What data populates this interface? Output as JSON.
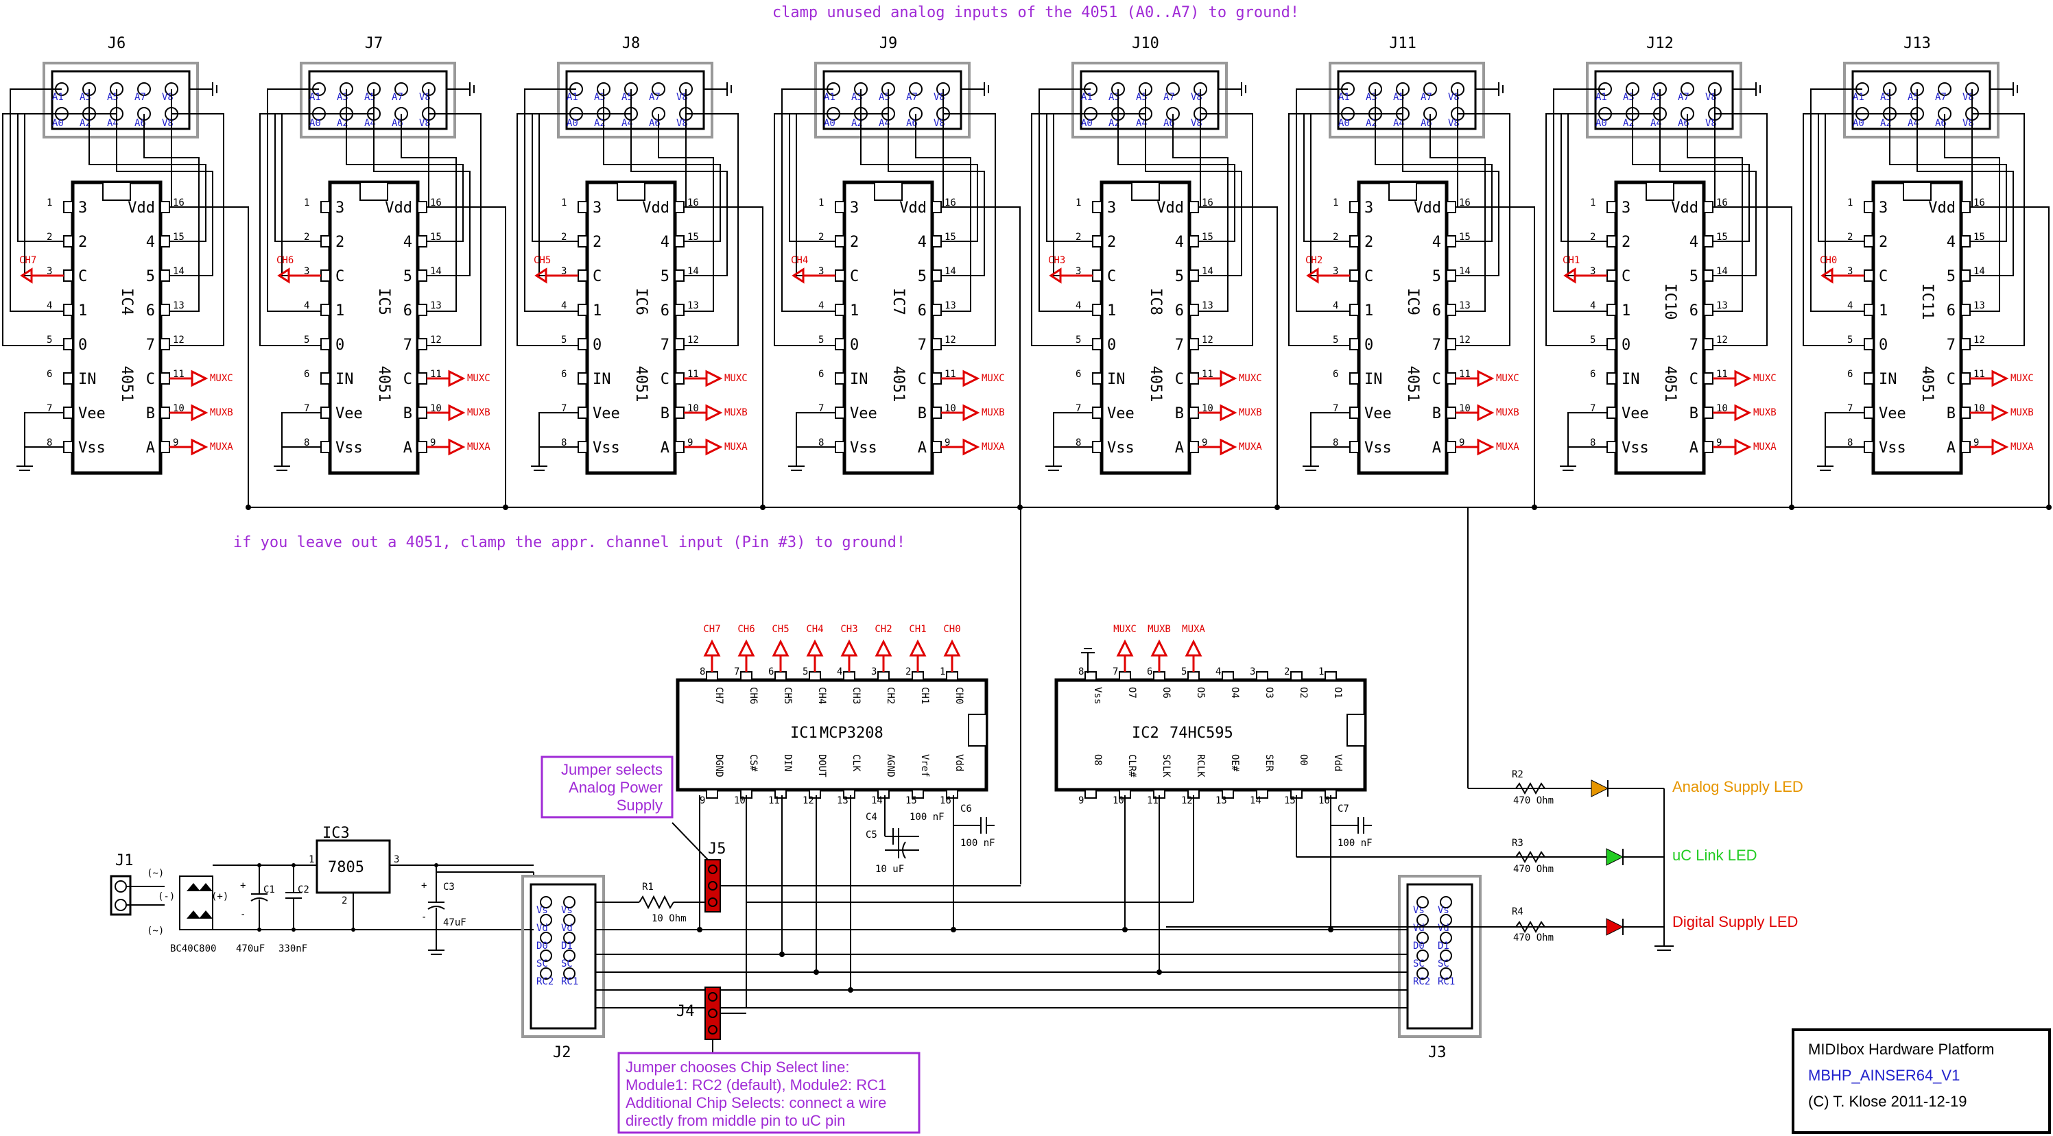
{
  "notes": {
    "top": "clamp unused analog inputs of the 4051 (A0..A7) to ground!",
    "middle": "if you leave out a 4051, clamp the appr. channel input (Pin #3) to ground!",
    "jumper_j5": [
      "Jumper selects",
      "Analog Power",
      "Supply"
    ],
    "jumper_j4": [
      "Jumper chooses Chip Select line:",
      "Module1: RC2 (default), Module2: RC1",
      "Additional Chip Selects: connect a wire",
      "directly from middle pin to uC pin"
    ]
  },
  "mux": {
    "left_pin_nums": [
      "1",
      "2",
      "3",
      "4",
      "5",
      "6",
      "7",
      "8"
    ],
    "left_pin_names": [
      "3",
      "2",
      "C",
      "1",
      "0",
      "IN",
      "Vee",
      "Vss"
    ],
    "right_pin_nums": [
      "16",
      "15",
      "14",
      "13",
      "12",
      "11",
      "10",
      "9"
    ],
    "right_pin_names": [
      "Vdd",
      "4",
      "5",
      "6",
      "7",
      "C",
      "B",
      "A"
    ],
    "part": "4051",
    "select_labels": [
      "MUXC",
      "MUXB",
      "MUXA"
    ],
    "header_top": [
      "A1",
      "A3",
      "A5",
      "A7",
      "V8"
    ],
    "header_bottom": [
      "A0",
      "A2",
      "A4",
      "A6",
      "V8"
    ],
    "blocks": [
      {
        "connector": "J6",
        "ic": "IC4",
        "channel": "CH7"
      },
      {
        "connector": "J7",
        "ic": "IC5",
        "channel": "CH6"
      },
      {
        "connector": "J8",
        "ic": "IC6",
        "channel": "CH5"
      },
      {
        "connector": "J9",
        "ic": "IC7",
        "channel": "CH4"
      },
      {
        "connector": "J10",
        "ic": "IC8",
        "channel": "CH3"
      },
      {
        "connector": "J11",
        "ic": "IC9",
        "channel": "CH2"
      },
      {
        "connector": "J12",
        "ic": "IC10",
        "channel": "CH1"
      },
      {
        "connector": "J13",
        "ic": "IC11",
        "channel": "CH0"
      }
    ]
  },
  "ic1": {
    "ref": "IC1",
    "part": "MCP3208",
    "top_pins": [
      "CH7",
      "CH6",
      "CH5",
      "CH4",
      "CH3",
      "CH2",
      "CH1",
      "CH0"
    ],
    "top_nums": [
      "8",
      "7",
      "6",
      "5",
      "4",
      "3",
      "2",
      "1"
    ],
    "bottom_pins": [
      "DGND",
      "CS#",
      "DIN",
      "DOUT",
      "CLK",
      "AGND",
      "Vref",
      "Vdd"
    ],
    "bottom_nums": [
      "9",
      "10",
      "11",
      "12",
      "13",
      "14",
      "15",
      "16"
    ],
    "arrow_labels": [
      "CH7",
      "CH6",
      "CH5",
      "CH4",
      "CH3",
      "CH2",
      "CH1",
      "CH0"
    ]
  },
  "ic2": {
    "ref": "IC2",
    "part": "74HC595",
    "top_pins": [
      "Vss",
      "O7",
      "O6",
      "O5",
      "O4",
      "O3",
      "O2",
      "O1"
    ],
    "top_nums": [
      "8",
      "7",
      "6",
      "5",
      "4",
      "3",
      "2",
      "1"
    ],
    "bottom_pins": [
      "O8",
      "CLR#",
      "SCLK",
      "RCLK",
      "OE#",
      "SER",
      "O0",
      "Vdd"
    ],
    "bottom_nums": [
      "9",
      "10",
      "11",
      "12",
      "13",
      "14",
      "15",
      "16"
    ],
    "arrow_labels": [
      "MUXC",
      "MUXB",
      "MUXA"
    ]
  },
  "ic3": {
    "ref": "IC3",
    "part": "7805",
    "pin_in": "1",
    "pin_gnd": "2",
    "pin_out": "3"
  },
  "components": {
    "j1": "J1",
    "j2": "J2",
    "j3": "J3",
    "j4": "J4",
    "j5": "J5",
    "bridge": "BC40C800",
    "bridge_pins": [
      "(~)",
      "(-)",
      "(+)",
      "(~)"
    ],
    "c1": "C1",
    "c1_val": "470uF",
    "c2": "C2",
    "c2_val": "330nF",
    "c3": "C3",
    "c3_val": "47uF",
    "c4": "C4",
    "c5": "C5",
    "c5_val": "10 uF",
    "c6": "C6",
    "c6_val": "100 nF",
    "c6b_val": "100 nF",
    "c7": "C7",
    "c7_val": "100 nF",
    "r1": "R1",
    "r1_val": "10 Ohm",
    "r2": "R2",
    "r2_val": "470 Ohm",
    "r3": "R3",
    "r3_val": "470 Ohm",
    "r4": "R4",
    "r4_val": "470 Ohm",
    "plus": "+",
    "minus": "-"
  },
  "header10": {
    "left": [
      "Vs",
      "Vd",
      "D0",
      "SC",
      "RC2"
    ],
    "right": [
      "Vs",
      "Vd",
      "D1",
      "SC",
      "RC1"
    ]
  },
  "leds": {
    "analog": "Analog Supply LED",
    "uc": "uC Link LED",
    "digital": "Digital Supply LED",
    "analog_color": "#e69500",
    "uc_color": "#22cc22",
    "digital_color": "#e00000"
  },
  "title_block": {
    "line1": "MIDIbox Hardware Platform",
    "line2": "MBHP_AINSER64_V1",
    "line3": "(C) T. Klose 2011-12-19"
  },
  "colors": {
    "label_red": "#e00000",
    "label_blue": "#2222cc",
    "note_purple": "#a02bd6",
    "jumper_red": "#cc0000"
  }
}
